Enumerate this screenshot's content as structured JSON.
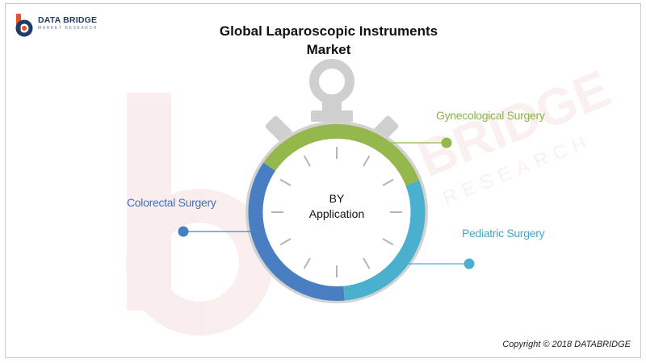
{
  "logo": {
    "name": "DATA BRIDGE",
    "subtitle": "MARKET RESEARCH",
    "icon": "db-logo-icon"
  },
  "title": {
    "line1": "Global Laparoscopic Instruments",
    "line2": "Market"
  },
  "center": {
    "line1": "BY",
    "line2": "Application"
  },
  "segments": [
    {
      "label": "Gynecological Surgery",
      "color": "#94b84c"
    },
    {
      "label": "Colorectal Surgery",
      "color": "#4a7ec2"
    },
    {
      "label": "Pediatric Surgery",
      "color": "#4ab0cd"
    }
  ],
  "watermark": {
    "brand": "DATA BRIDGE",
    "sub": "MARKET RESEARCH"
  },
  "copyright": "Copyright © 2018 DATABRIDGE"
}
